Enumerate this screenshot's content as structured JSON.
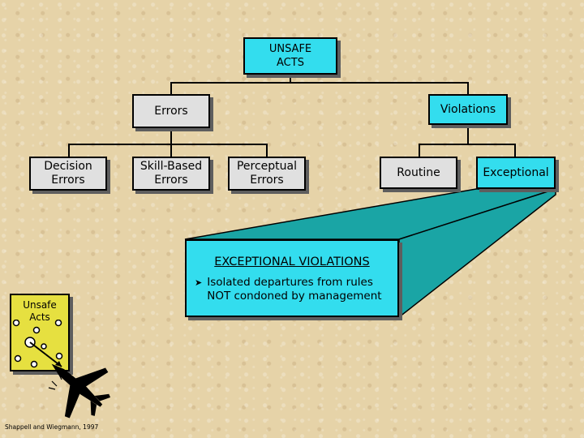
{
  "root": {
    "line1": "UNSAFE",
    "line2": "ACTS"
  },
  "categories": {
    "errors": "Errors",
    "violations": "Violations"
  },
  "error_types": {
    "decision": {
      "line1": "Decision",
      "line2": "Errors"
    },
    "skill": {
      "line1": "Skill-Based",
      "line2": "Errors"
    },
    "perceptual": {
      "line1": "Perceptual",
      "line2": "Errors"
    }
  },
  "violation_types": {
    "routine": "Routine",
    "exceptional": "Exceptional"
  },
  "callout": {
    "title": "EXCEPTIONAL VIOLATIONS",
    "bullet_line1": "Isolated departures from rules",
    "bullet_line2": "NOT condoned by management"
  },
  "inset": {
    "line1": "Unsafe",
    "line2": "Acts"
  },
  "citation": "Shappell and Wiegmann, 1997",
  "colors": {
    "box_cyan": "#33ddee",
    "box_grey": "#e0e0e0",
    "inset_yellow": "#e6e040",
    "background": "#e6d3a8"
  }
}
